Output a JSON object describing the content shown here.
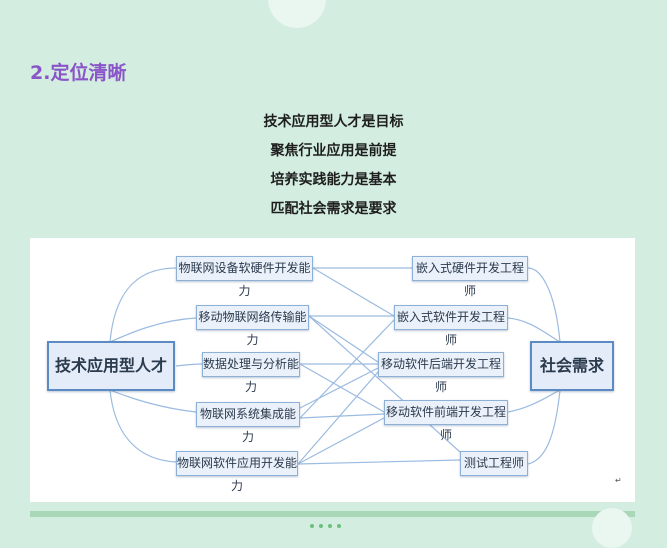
{
  "section_title": "2.定位清晰",
  "key_points": [
    "技术应用型人才是目标",
    "聚焦行业应用是前提",
    "培养实践能力是基本",
    "匹配社会需求是要求"
  ],
  "diagram": {
    "left_node": "技术应用型人才",
    "right_node": "社会需求",
    "abilities": [
      "物联网设备软硬件开发能力",
      "移动物联网络传输能力",
      "数据处理与分析能力",
      "物联网系统集成能力",
      "物联网软件应用开发能力"
    ],
    "positions": [
      "嵌入式硬件开发工程师",
      "嵌入式软件开发工程师",
      "移动软件后端开发工程师",
      "移动软件前端开发工程师",
      "测试工程师"
    ],
    "mark": "↵",
    "colors": {
      "line": "#9bbbe0",
      "box_border": "#8cb0d6",
      "box_fill": "#eaf1fa"
    }
  }
}
